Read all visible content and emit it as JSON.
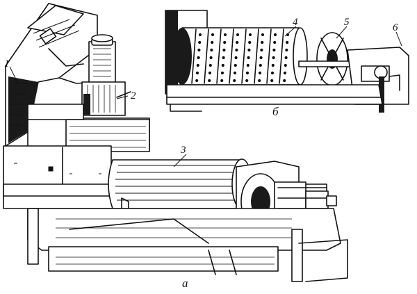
{
  "labels": {
    "l1": "1",
    "l2": "2",
    "l3": "3",
    "l4": "4",
    "l5": "5",
    "l6": "6"
  },
  "captions": {
    "main": "а",
    "inset": "б"
  },
  "colors": {
    "ink": "#111111",
    "paper": "#ffffff"
  }
}
